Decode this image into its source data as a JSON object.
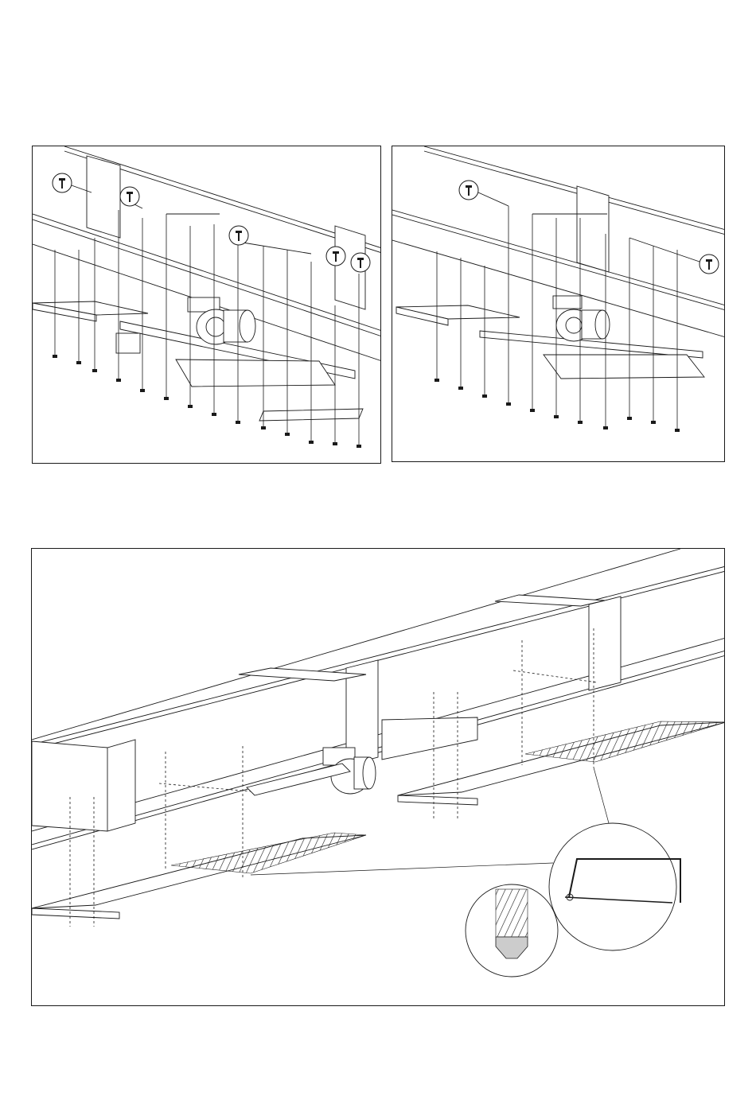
{
  "figure": {
    "panels": [
      {
        "id": "a",
        "description_icons": [
          "screw-icon",
          "screw-icon",
          "screw-icon",
          "screw-icon",
          "screw-icon"
        ]
      },
      {
        "id": "b",
        "description_icons": [
          "screw-icon",
          "screw-icon"
        ]
      },
      {
        "id": "c",
        "description_icons": [
          "hacksaw-icon",
          "cut-edge-detail-icon"
        ]
      }
    ],
    "colors": {
      "line": "#1a1a1a",
      "fill": "#ffffff",
      "grey": "#cccccc"
    }
  }
}
